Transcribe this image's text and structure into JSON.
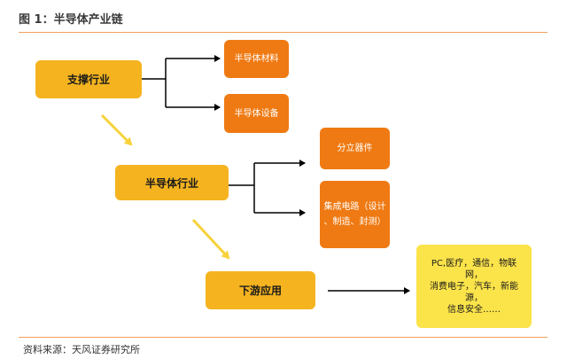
{
  "header": {
    "title": "图 1：半导体产业链"
  },
  "footer": {
    "source": "资料来源：天风证券研究所"
  },
  "diagram": {
    "support": "支撑行业",
    "materials": "半导体材料",
    "equipment": "半导体设备",
    "semiconductor": "半导体行业",
    "discrete": "分立器件",
    "ic_lines": [
      "集成电路（设计",
      "、制造、封测）"
    ],
    "downstream": "下游应用",
    "apps_lines": [
      "PC,医疗，通信，物联网，",
      "消费电子，汽车，新能源，",
      "信息安全……"
    ],
    "colors": {
      "main_box": "#f4b31f",
      "sub_box": "#ef7a13",
      "apps_box": "#fbe34a",
      "connector": "#000000",
      "flow_arrow": "#f8d23c",
      "rule": "#f0a15a"
    }
  }
}
